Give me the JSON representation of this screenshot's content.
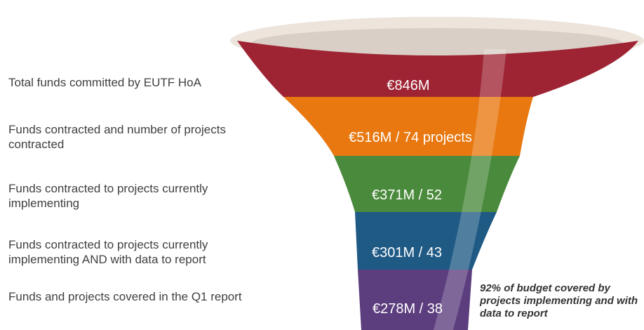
{
  "labels": [
    "Total funds committed by EUTF HoA",
    "Funds contracted and number of projects contracted",
    "Funds contracted to projects currently implementing",
    "Funds contracted to projects currently implementing AND with data to report",
    "Funds and projects covered in the Q1 report"
  ],
  "segments": [
    {
      "text": "€846M",
      "color": "#9e2434"
    },
    {
      "text": "€516M / 74 projects",
      "color": "#e8780f"
    },
    {
      "text": "€371M / 52",
      "color": "#4a8a3c"
    },
    {
      "text": "€301M / 43",
      "color": "#1f5a85"
    },
    {
      "text": "€278M / 38",
      "color": "#5c3d7e"
    }
  ],
  "note": "92% of budget covered by projects implementing and with data to report"
}
